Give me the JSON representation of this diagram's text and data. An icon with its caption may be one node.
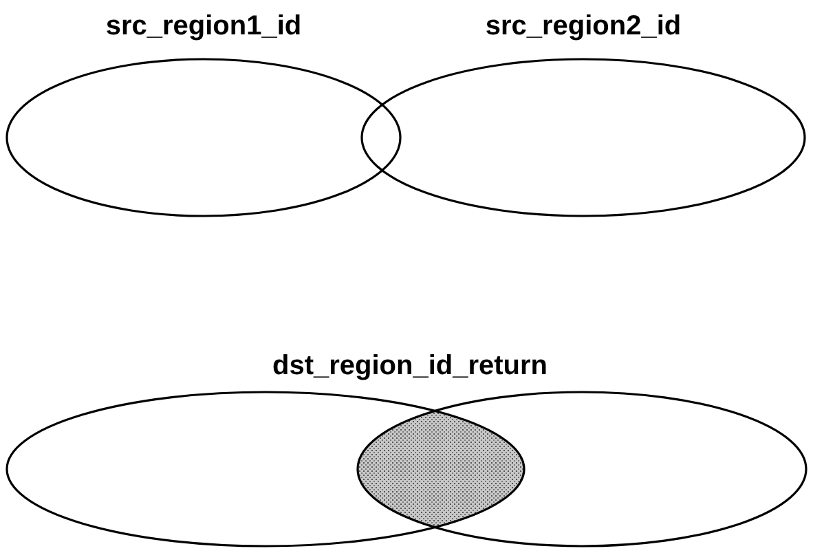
{
  "diagram": {
    "nodes": [
      {
        "text": [
          "src_region1_id"
        ]
      },
      {
        "text": [
          "src_region2_id"
        ]
      },
      {
        "text": [],
        "shape": "ellipse"
      },
      {
        "text": [],
        "shape": "ellipse"
      },
      {
        "text": [
          "dst_region_id_return"
        ]
      }
    ]
  }
}
